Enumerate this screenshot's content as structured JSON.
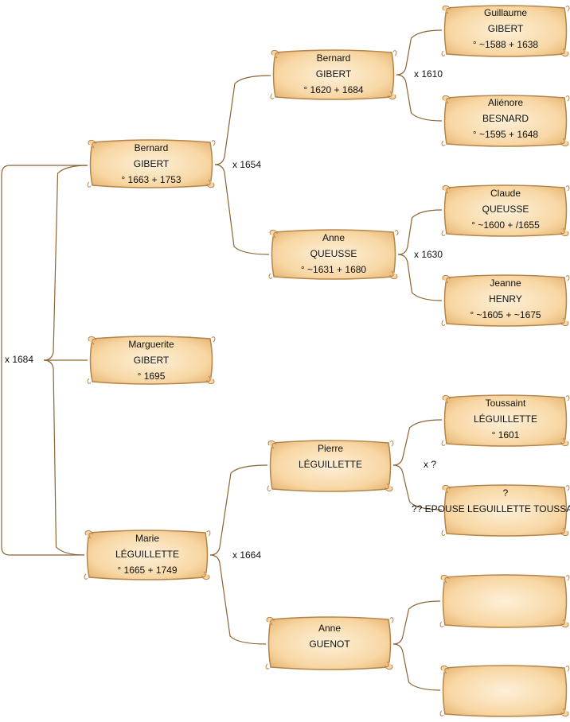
{
  "nodes": {
    "p1": {
      "line1": "Bernard",
      "line2": "GIBERT",
      "line3": "° 1663 + 1753"
    },
    "p2": {
      "line1": "Marguerite",
      "line2": "GIBERT",
      "line3": "° 1695"
    },
    "p3": {
      "line1": "Marie",
      "line2": "LÉGUILLETTE",
      "line3": "° 1665 + 1749"
    },
    "f1": {
      "line1": "Bernard",
      "line2": "GIBERT",
      "line3": "° 1620 + 1684"
    },
    "m1": {
      "line1": "Anne",
      "line2": "QUEUSSE",
      "line3": "° ~1631 + 1680"
    },
    "f2": {
      "line1": "Pierre",
      "line2": "LÉGUILLETTE",
      "line3": ""
    },
    "m2": {
      "line1": "Anne",
      "line2": "GUENOT",
      "line3": ""
    },
    "g1": {
      "line1": "Guillaume",
      "line2": "GIBERT",
      "line3": "° ~1588 + 1638"
    },
    "g2": {
      "line1": "Aliénore",
      "line2": "BESNARD",
      "line3": "° ~1595 + 1648"
    },
    "g3": {
      "line1": "Claude",
      "line2": "QUEUSSE",
      "line3": "° ~1600 + /1655"
    },
    "g4": {
      "line1": "Jeanne",
      "line2": "HENRY",
      "line3": "° ~1605 + ~1675"
    },
    "g5": {
      "line1": "Toussaint",
      "line2": "LÉGUILLETTE",
      "line3": "° 1601"
    },
    "g6": {
      "line1": "?",
      "line2": "?? EPOUSE LEGUILLETTE TOUSSAINT",
      "line3": ""
    },
    "g7": {
      "line1": "",
      "line2": "",
      "line3": ""
    },
    "g8": {
      "line1": "",
      "line2": "",
      "line3": ""
    }
  },
  "marriages": {
    "main": "x 1684",
    "gibert": "x 1654",
    "leguillette": "x 1664",
    "gibert_sr": "x 1610",
    "queusse": "x 1630",
    "leguillette_sr": "x ?"
  },
  "colors": {
    "line": "#8a6433",
    "parchment": "#f8d7a4",
    "parchment_edge": "#b58449"
  }
}
